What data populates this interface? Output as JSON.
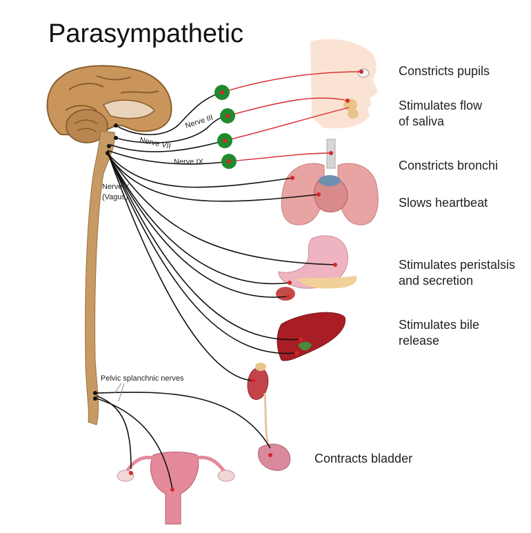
{
  "title": "Parasympathetic",
  "nerves": {
    "n3": "Nerve III",
    "n7": "Nerve VII",
    "n9": "Nerve IX",
    "n10_line1": "Nerve X",
    "n10_line2": "(Vagus)",
    "pelvic": "Pelvic splanchnic nerves"
  },
  "effects": {
    "pupils": "Constricts pupils",
    "saliva": "Stimulates flow of saliva",
    "bronchi": "Constricts bronchi",
    "heart": "Slows heartbeat",
    "peristalsis": "Stimulates peristalsis and secretion",
    "bile": "Stimulates bile release",
    "bladder": "Contracts bladder"
  },
  "colors": {
    "ganglion": "#1f8a2e",
    "nerve_post": "#d8262a",
    "nerve_pre": "#111111",
    "brain": "#c9955a",
    "cord": "#c69a62",
    "organ_pink": "#e8a3a3",
    "liver": "#a81e24"
  }
}
